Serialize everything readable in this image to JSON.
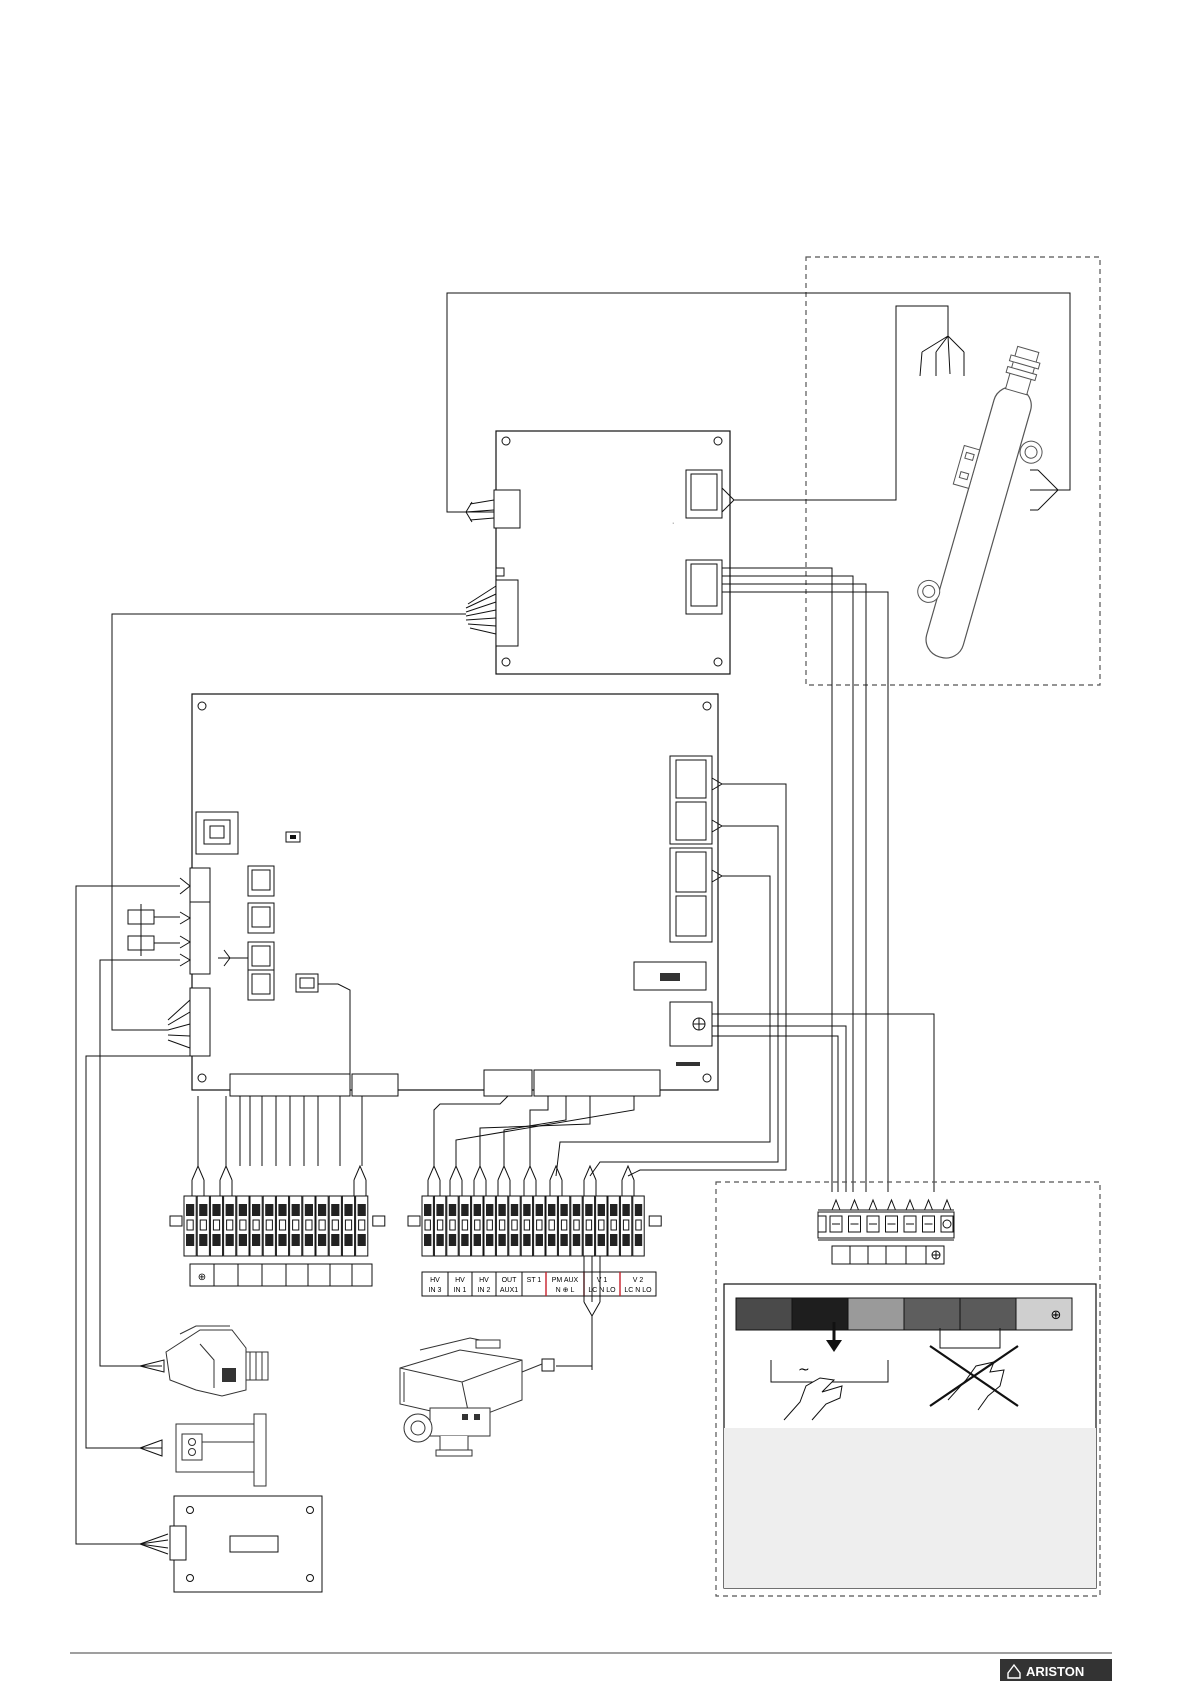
{
  "brand": {
    "name": "ARISTON",
    "logo_bg": "#333333",
    "logo_fg": "#ffffff"
  },
  "terminal_labels": [
    {
      "top": "HV",
      "bottom": "IN 3"
    },
    {
      "top": "HV",
      "bottom": "IN 1"
    },
    {
      "top": "HV",
      "bottom": "IN 2"
    },
    {
      "top": "OUT",
      "bottom": "AUX1"
    },
    {
      "top": "ST 1",
      "bottom": ""
    },
    {
      "top": "PM AUX",
      "bottom": "N ⊕ L"
    },
    {
      "top": "V 1",
      "bottom": "LC N LO"
    },
    {
      "top": "V 2",
      "bottom": "LC N LO"
    }
  ],
  "left_terminal_symbol": "⊕",
  "wire_color_bar": [
    {
      "color": "#4a4a4a"
    },
    {
      "color": "#1e1e1e"
    },
    {
      "color": "#9a9a9a"
    },
    {
      "color": "#5e5e5e"
    },
    {
      "color": "#5a5a5a"
    },
    {
      "color": "#cfcfcf",
      "symbol": "⊕"
    }
  ],
  "ac_symbol": "~",
  "colors": {
    "line": "#111111",
    "dashed": "#555555",
    "note_panel": "#eeeeee",
    "red_accent": "#c8202a"
  },
  "icons": [
    "thermostat-sensor-icon",
    "flow-sensor-icon",
    "expansion-board-icon",
    "zone-valve-icon",
    "heat-exchanger-icon",
    "hand-allowed-icon",
    "hand-forbidden-icon",
    "ground-icon",
    "rj-socket-icon"
  ]
}
